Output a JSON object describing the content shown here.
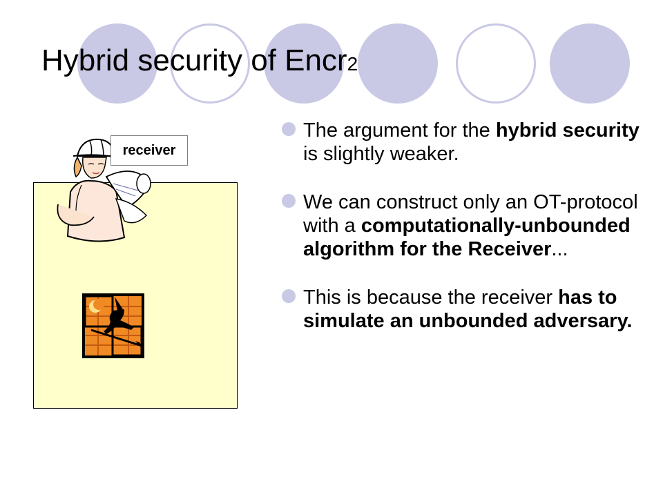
{
  "slide": {
    "title_main": "Hybrid security of Encr",
    "title_subscript": "2",
    "receiver_label": "receiver",
    "bullets": [
      {
        "t1": "The argument for the ",
        "b1": "hybrid security",
        "t2": " is slightly weaker."
      },
      {
        "t1": "We can construct only an OT-protocol with a ",
        "b1": "computationally-unbounded algorithm for the Receiver",
        "t2": "..."
      },
      {
        "t1": "This is because the receiver ",
        "b1": "has to simulate an unbounded adversary.",
        "t2": ""
      }
    ]
  },
  "colors": {
    "circle": "#c9c9e6",
    "box_fill": "#ffffcc",
    "card_orange": "#f08a24",
    "text": "#000000"
  },
  "icons": {
    "engineer": "engineer-with-blueprints-clipart",
    "witch": "witch-on-broomstick-clipart",
    "bullet": "bullet-dot-icon"
  }
}
